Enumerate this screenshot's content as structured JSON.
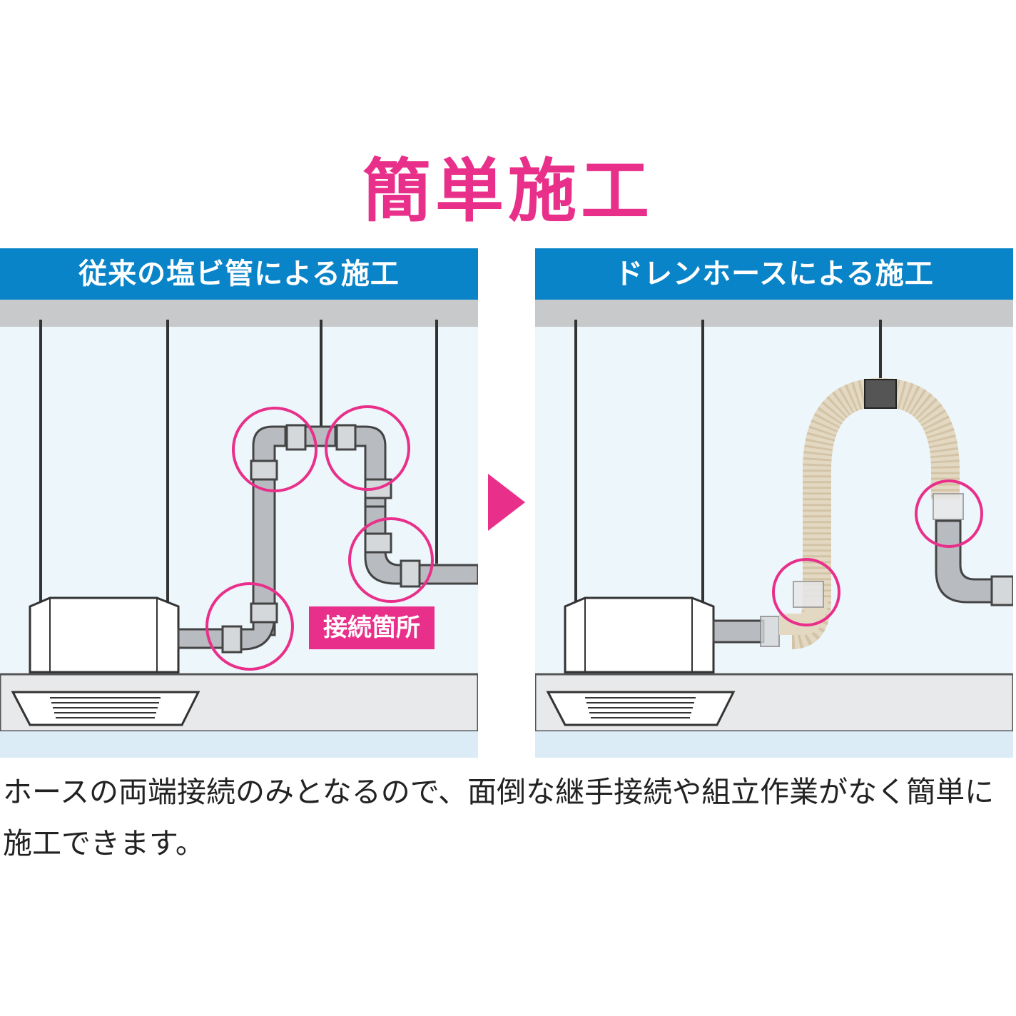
{
  "title": "簡単施工",
  "left_panel": {
    "header": "従来の塩ビ管による施工"
  },
  "right_panel": {
    "header": "ドレンホースによる施工"
  },
  "badge": "接続箇所",
  "description": "ホースの両端接続のみとなるので、面倒な継手接続や組立作業がなく簡単に施工できます。",
  "colors": {
    "accent": "#e8308a",
    "header_blue": "#0a84c8",
    "panel_bg": "#edf6fb"
  }
}
